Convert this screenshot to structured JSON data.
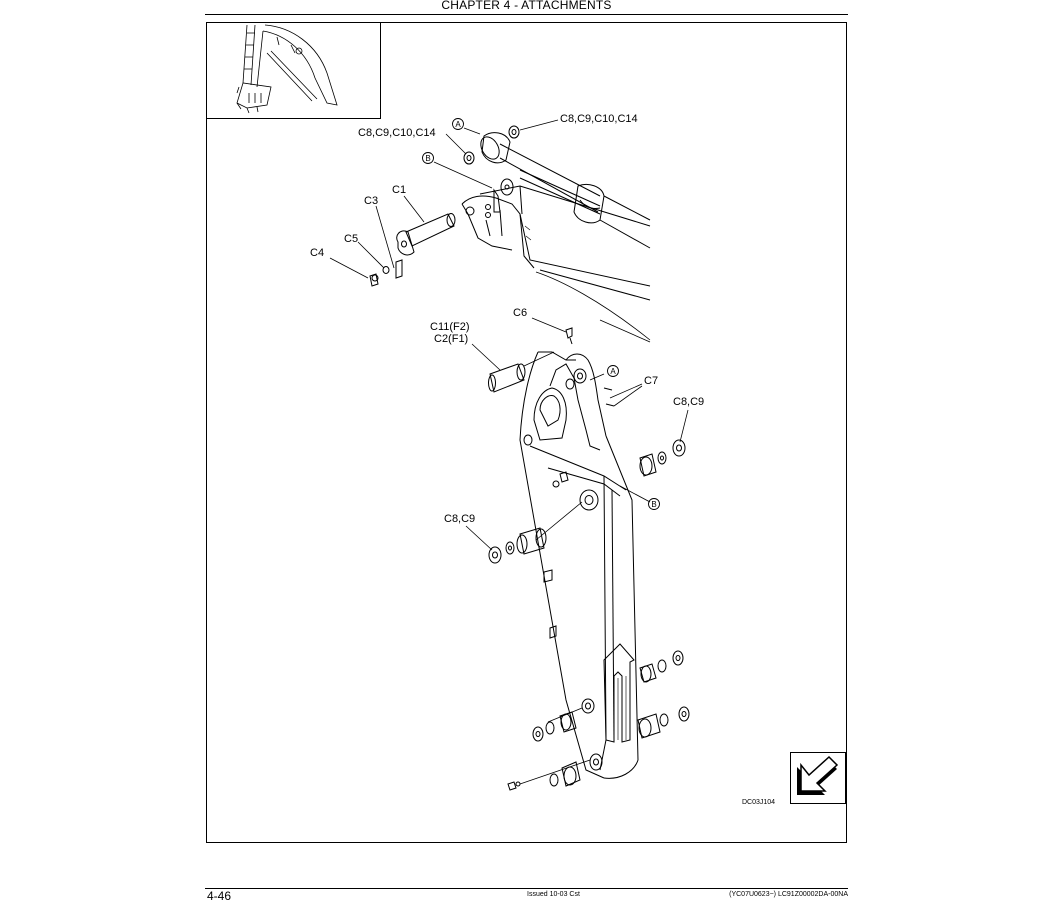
{
  "header": {
    "title": "CHAPTER 4 - ATTACHMENTS"
  },
  "diagram": {
    "figure_id": "DC03J104",
    "callouts": {
      "c8_top_left": "C8,C9,C10,C14",
      "c8_top_right": "C8,C9,C10,C14",
      "c1": "C1",
      "c3": "C3",
      "c5": "C5",
      "c4": "C4",
      "c6": "C6",
      "c11": "C11(F2)",
      "c2": "C2(F1)",
      "c7": "C7",
      "c8c9_right": "C8,C9",
      "c8c9_left": "C8,C9"
    },
    "markers": {
      "a": "A",
      "b": "B"
    }
  },
  "navigation": {
    "icon": "return-arrow-icon"
  },
  "footer": {
    "page_number": "4-46",
    "issued": "Issued 10-03   Cst",
    "doc_code": "(YC07U0623−)   LC91Z00002DA-00NA"
  }
}
